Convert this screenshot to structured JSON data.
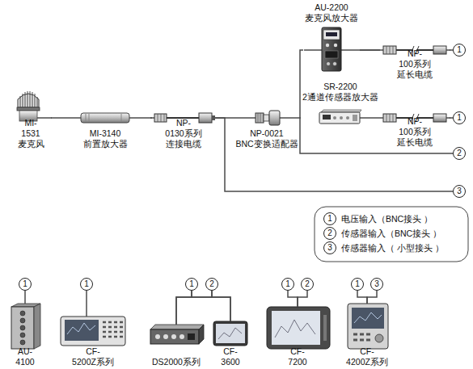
{
  "diagram": {
    "nodes": [
      {
        "text": [
          "MI-1531 麦克风"
        ]
      },
      {
        "text": [
          "MI-3140 前置放大器"
        ]
      },
      {
        "text": [
          "NP-0130系列 连接电缆"
        ]
      },
      {
        "text": [
          "NP-0021 BNC变换适配器"
        ]
      },
      {
        "text": [
          "AU-2200 麦克风放大器"
        ]
      },
      {
        "text": [
          "NP-100系列 延长电缆"
        ]
      },
      {
        "text": [
          "1"
        ]
      },
      {
        "text": [
          "SR-2200 2通道传感器放大器"
        ]
      },
      {
        "text": [
          "NP-100系列 延长电缆"
        ]
      },
      {
        "text": [
          "1"
        ]
      },
      {
        "text": [
          "2"
        ]
      },
      {
        "text": [
          "3"
        ]
      },
      {
        "text": [
          "1"
        ]
      },
      {
        "text": [
          "1"
        ]
      },
      {
        "text": [
          "1"
        ]
      },
      {
        "text": [
          "2"
        ]
      },
      {
        "text": [
          "1"
        ]
      },
      {
        "text": [
          "2"
        ]
      },
      {
        "text": [
          "1"
        ]
      },
      {
        "text": [
          "3"
        ]
      },
      {
        "text": [
          "AU-4100"
        ]
      },
      {
        "text": [
          "CF-5200Z系列"
        ]
      },
      {
        "text": [
          "DS2000系列"
        ]
      },
      {
        "text": [
          "CF-3600"
        ]
      },
      {
        "text": [
          "CF-7200"
        ]
      },
      {
        "text": [
          "CF-4200Z系列"
        ]
      }
    ],
    "edges": [
      {
        "from": 0,
        "to": 1,
        "arrow": "none"
      },
      {
        "from": 1,
        "to": 2,
        "arrow": "none"
      },
      {
        "from": 2,
        "to": 3,
        "arrow": "none"
      },
      {
        "from": 2,
        "to": 11,
        "arrow": "none"
      },
      {
        "from": 3,
        "to": 4,
        "arrow": "none"
      },
      {
        "from": 3,
        "to": 7,
        "arrow": "none"
      },
      {
        "from": 3,
        "to": 10,
        "arrow": "none"
      },
      {
        "from": 4,
        "to": 5,
        "arrow": "none"
      },
      {
        "from": 5,
        "to": 6,
        "arrow": "none"
      },
      {
        "from": 7,
        "to": 8,
        "arrow": "none"
      },
      {
        "from": 8,
        "to": 9,
        "arrow": "none"
      },
      {
        "from": 12,
        "to": 20,
        "arrow": "none"
      },
      {
        "from": 13,
        "to": 21,
        "arrow": "none"
      },
      {
        "from": 14,
        "to": 22,
        "arrow": "none"
      },
      {
        "from": 14,
        "to": 23,
        "arrow": "none"
      },
      {
        "from": 15,
        "to": 22,
        "arrow": "none"
      },
      {
        "from": 15,
        "to": 23,
        "arrow": "none"
      },
      {
        "from": 16,
        "to": 24,
        "arrow": "none"
      },
      {
        "from": 17,
        "to": 24,
        "arrow": "none"
      },
      {
        "from": 18,
        "to": 25,
        "arrow": "none"
      },
      {
        "from": 19,
        "to": 25,
        "arrow": "none"
      }
    ],
    "labels": [
      "1",
      "2",
      "3"
    ],
    "legend": [
      {
        "text": "电压输入（BNC接头 ）"
      },
      {
        "text": "传感器输入（BNC接头 ）"
      },
      {
        "text": "传感器输入（ 小型接头 ）"
      }
    ]
  }
}
